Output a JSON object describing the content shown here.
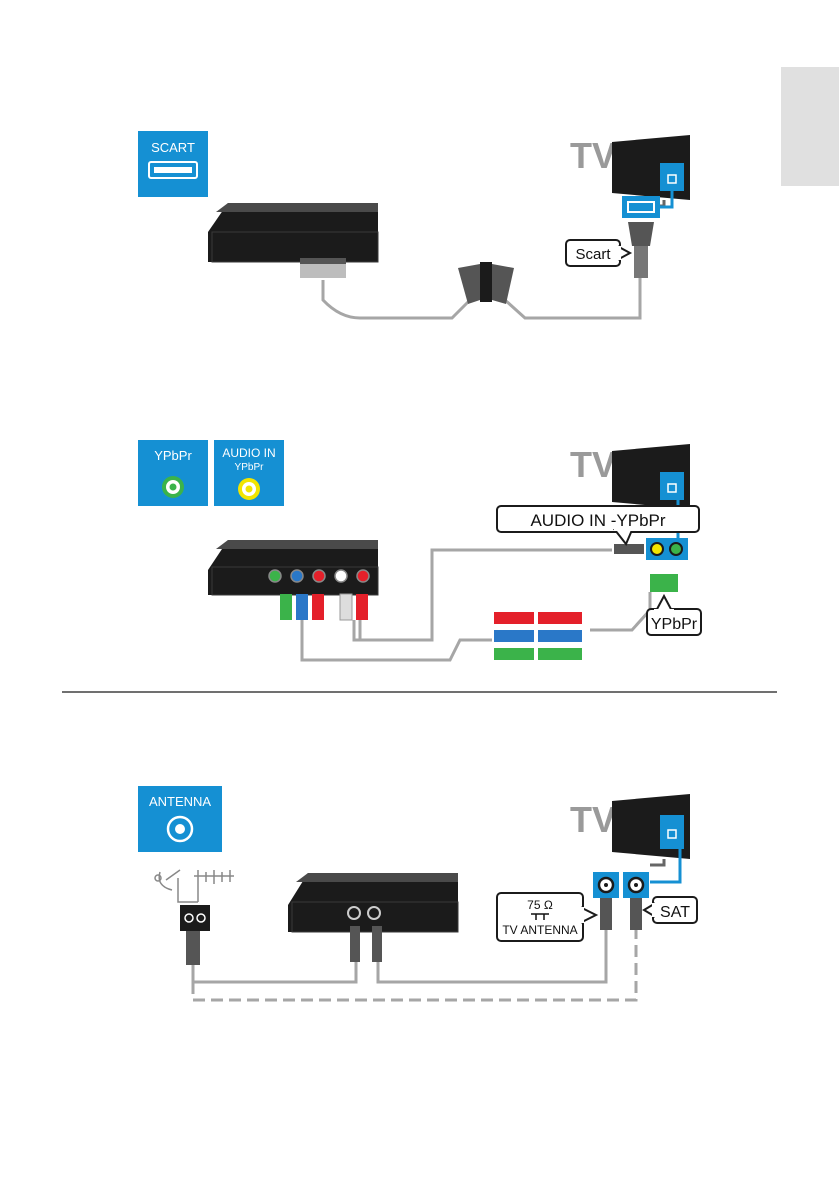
{
  "diagrams": {
    "scart": {
      "icon_label": "SCART",
      "tv_label": "TV",
      "connector_label": "Scart"
    },
    "ypbpr": {
      "icon1_label": "YPbPr",
      "icon2_label_line1": "AUDIO IN",
      "icon2_label_line2": "YPbPr",
      "tv_label": "TV",
      "audio_callout": "AUDIO IN -YPbPr",
      "ypbpr_callout": "YPbPr"
    },
    "antenna": {
      "icon_label": "ANTENNA",
      "tv_label": "TV",
      "tv_antenna_ohm": "75 Ω",
      "tv_antenna_label": "TV ANTENNA",
      "sat_label": "SAT"
    }
  },
  "colors": {
    "accent_blue": "#1590d3",
    "tv_label_gray": "#9a9a9a",
    "cable_gray": "#a6a6a6",
    "device_black": "#1b1b1b",
    "plug_red": "#e4202a",
    "plug_green": "#3bb34a",
    "plug_blue": "#2a78c8",
    "plug_yellow": "#f2e500"
  }
}
